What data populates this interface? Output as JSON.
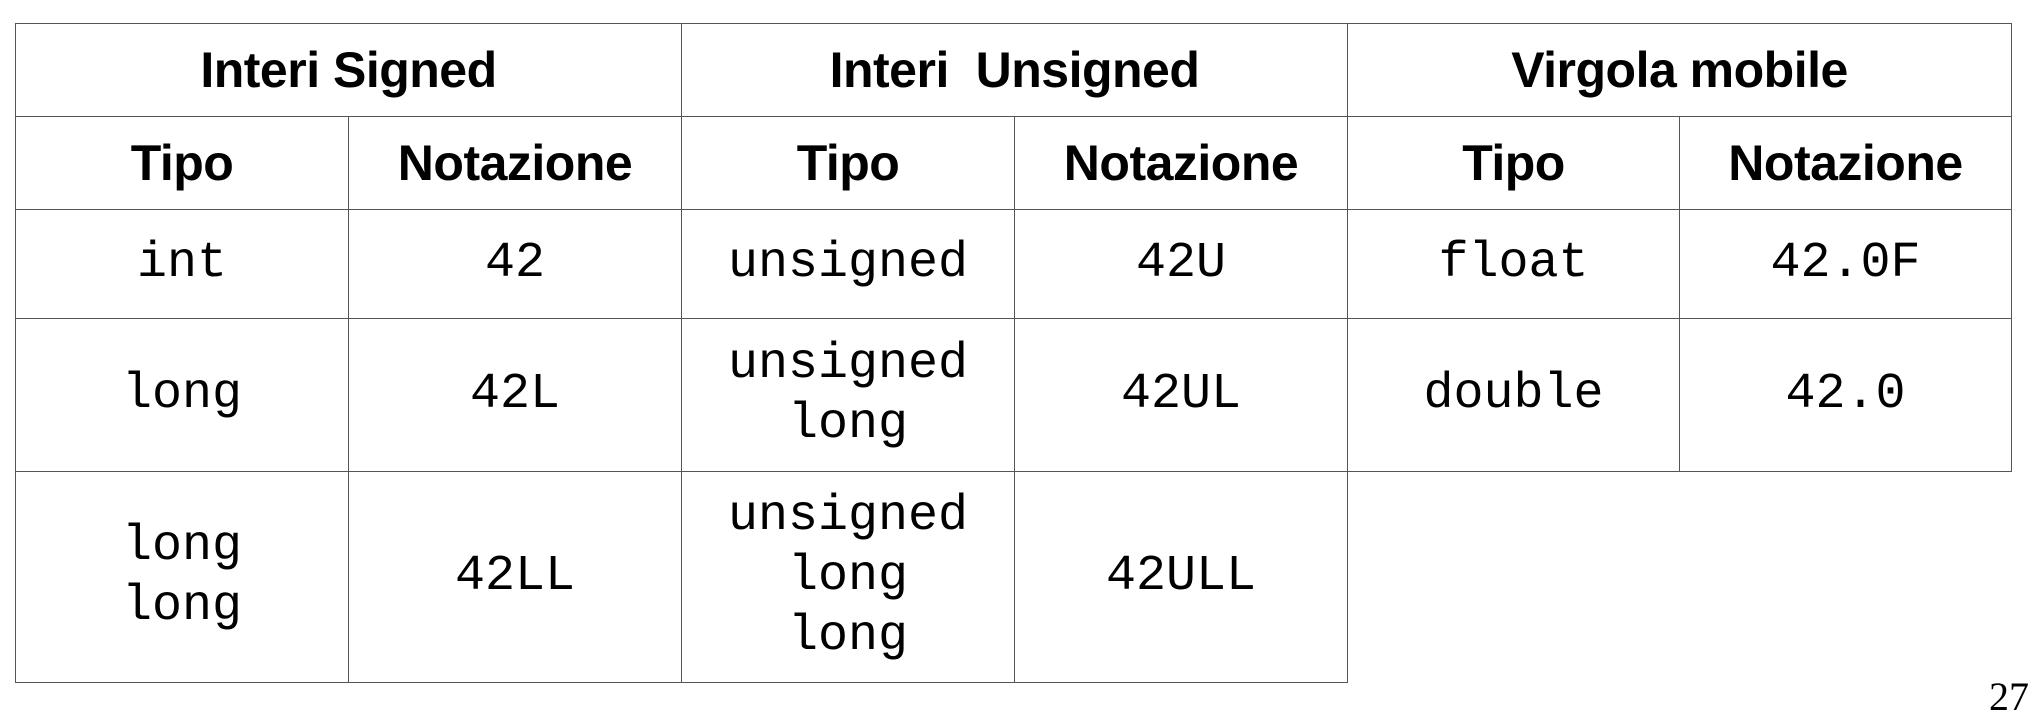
{
  "groups": [
    {
      "title": "Interi Signed"
    },
    {
      "title": "Interi  Unsigned"
    },
    {
      "title": "Virgola mobile"
    }
  ],
  "columns": {
    "type": "Tipo",
    "notation": "Notazione"
  },
  "rows": [
    {
      "signed_type": [
        "int"
      ],
      "signed_notation": "42",
      "unsigned_type": [
        "unsigned"
      ],
      "unsigned_notation": "42U",
      "float_type": [
        "float"
      ],
      "float_notation": "42.0F"
    },
    {
      "signed_type": [
        "long"
      ],
      "signed_notation": "42L",
      "unsigned_type": [
        "unsigned",
        "long"
      ],
      "unsigned_notation": "42UL",
      "float_type": [
        "double"
      ],
      "float_notation": "42.0"
    },
    {
      "signed_type": [
        "long",
        "long"
      ],
      "signed_notation": "42LL",
      "unsigned_type": [
        "unsigned",
        "long",
        "long"
      ],
      "unsigned_notation": "42ULL"
    }
  ],
  "page_number": "27"
}
